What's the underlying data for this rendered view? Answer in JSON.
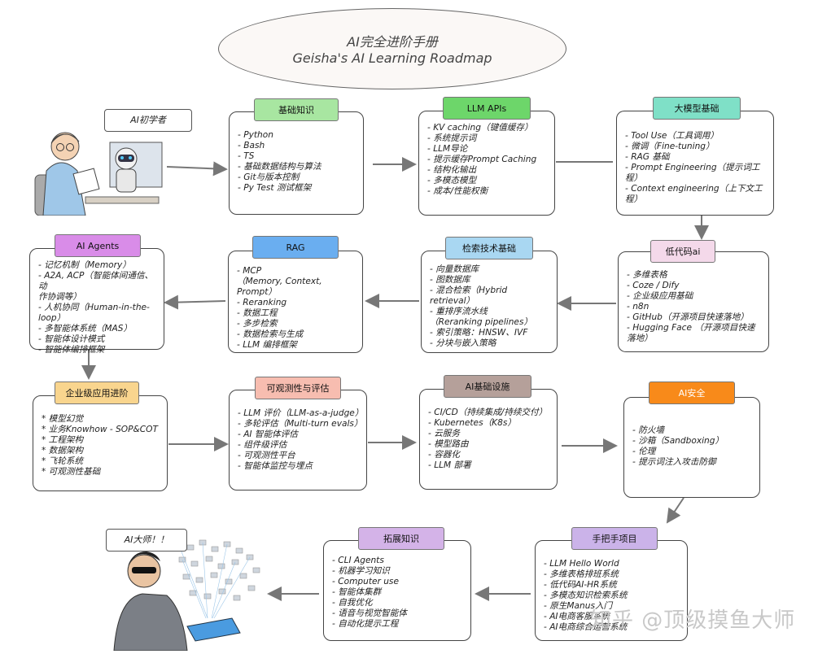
{
  "title": {
    "line1": "AI完全进阶手册",
    "line2": "Geisha's AI Learning Roadmap"
  },
  "callouts": {
    "beginner": "AI初学者",
    "master": "AI大师！！"
  },
  "watermark": "知乎 @顶级摸鱼大师",
  "colors": {
    "green": "#a8e6a1",
    "dark_green": "#6dd66a",
    "blue": "#7fb5ef",
    "light_blue": "#a9d7f2",
    "purple": "#d98ce8",
    "pink": "#f4d9ea",
    "orange_light": "#f9d58e",
    "orange": "#f88a1a",
    "coral": "#f7bdb0",
    "brown": "#b5a09a",
    "lavender": "#d4b3e8",
    "violet": "#cbb3e9"
  },
  "nodes": {
    "basics": {
      "title": "基础知识",
      "items": [
        "- Python",
        "- Bash",
        "- TS",
        "- 基础数据结构与算法",
        "- Git与版本控制",
        "- Py Test 测试框架"
      ]
    },
    "llm_apis": {
      "title": "LLM APIs",
      "items": [
        "- KV caching（键值缓存）",
        "- 系统提示词",
        "- LLM导论",
        "- 提示缓存Prompt Caching",
        "- 结构化输出",
        "- 多模态模型",
        "- 成本/性能权衡"
      ]
    },
    "foundation": {
      "title": "大模型基础",
      "items": [
        "- Tool Use（工具调用）",
        "- 微调（Fine-tuning）",
        "- RAG 基础",
        "- Prompt Engineering（提示词工程）",
        "- Context engineering（上下文工程）"
      ]
    },
    "agents": {
      "title": "AI Agents",
      "items": [
        "- 记忆机制（Memory）",
        "- A2A, ACP（智能体间通信、动",
        "作协调等）",
        "- 人机协同（Human-in-the-loop）",
        "- 多智能体系统（MAS）",
        "- 智能体设计模式",
        "- 智能体编排框架"
      ]
    },
    "rag": {
      "title": "RAG",
      "items": [
        "- MCP",
        "（Memory, Context, Prompt）",
        "- Reranking",
        "- 数据工程",
        "- 多步检索",
        "- 数据检索与生成",
        "- LLM 编排框架"
      ]
    },
    "retrieval": {
      "title": "检索技术基础",
      "items": [
        "- 向量数据库",
        "- 图数据库",
        "- 混合检索（Hybrid retrieval）",
        "- 重排序流水线",
        "（Reranking pipelines）",
        "- 索引策略：HNSW、IVF",
        "- 分块与嵌入策略"
      ]
    },
    "lowcode": {
      "title": "低代码ai",
      "items": [
        "- 多维表格",
        "- Coze / Dify",
        "- 企业级应用基础",
        "- n8n",
        "- GitHub（开源项目快速落地）",
        "- Hugging Face （开源项目快速落地）"
      ]
    },
    "enterprise": {
      "title": "企业级应用进阶",
      "items": [
        "* 模型幻觉",
        "* 业务Knowhow - SOP&COT",
        "* 工程架构",
        "* 数据架构",
        "* 飞轮系统",
        "* 可观测性基础"
      ]
    },
    "observability": {
      "title": "可观测性与评估",
      "items": [
        "- LLM 评价（LLM-as-a-judge）",
        "- 多轮评估（Multi-turn evals）",
        "- AI 智能体评估",
        "- 组件级评估",
        "- 可观测性平台",
        "- 智能体监控与埋点"
      ]
    },
    "infra": {
      "title": "AI基础设施",
      "items": [
        "- CI/CD（持续集成/持续交付）",
        "- Kubernetes（K8s）",
        "- 云服务",
        "- 模型路由",
        "- 容器化",
        "- LLM 部署"
      ]
    },
    "security": {
      "title": "AI安全",
      "items": [
        "- 防火墙",
        "- 沙箱（Sandboxing）",
        "- 伦理",
        "- 提示词注入攻击防御"
      ]
    },
    "hands_on": {
      "title": "手把手项目",
      "items": [
        "- LLM Hello World",
        "- 多维表格排班系统",
        "- 低代码AI-HR系统",
        "- 多模态知识检索系统",
        "- 原生Manus入门",
        "- AI电商客服系统",
        "- AI电商综合运营系统"
      ]
    },
    "extended": {
      "title": "拓展知识",
      "items": [
        "- CLI Agents",
        "- 机器学习知识",
        "- Computer use",
        "- 智能体集群",
        "- 自我优化",
        "- 语音与视觉智能体",
        "- 自动化提示工程"
      ]
    }
  }
}
